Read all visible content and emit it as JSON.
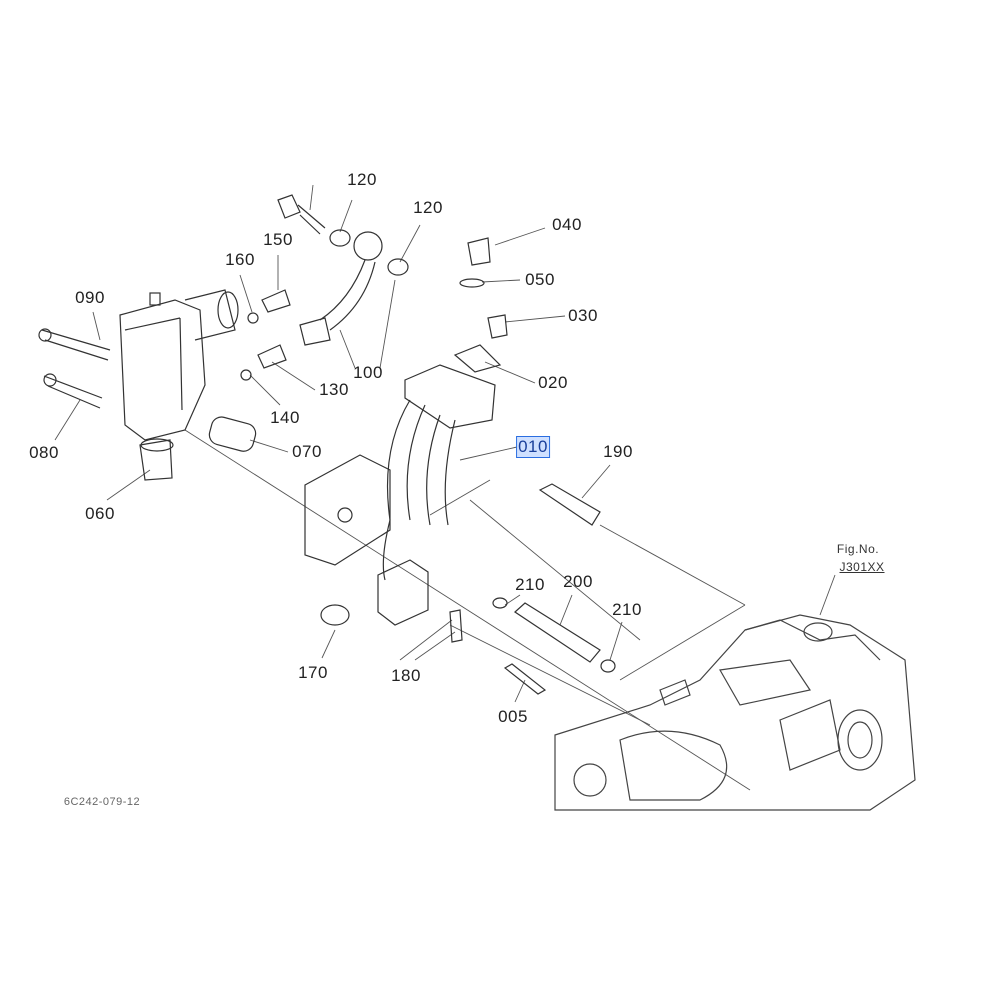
{
  "diagram": {
    "callouts": [
      "120",
      "120",
      "040",
      "150",
      "160",
      "050",
      "090",
      "030",
      "100",
      "020",
      "130",
      "140",
      "010",
      "190",
      "080",
      "070",
      "060",
      "210",
      "200",
      "210",
      "170",
      "180",
      "005"
    ],
    "selected_callout": "010",
    "fig_label": "Fig.No.",
    "fig_number": "J301XX",
    "drawing_code": "6C242-079-12",
    "highlight_color": "#2a6de0"
  }
}
